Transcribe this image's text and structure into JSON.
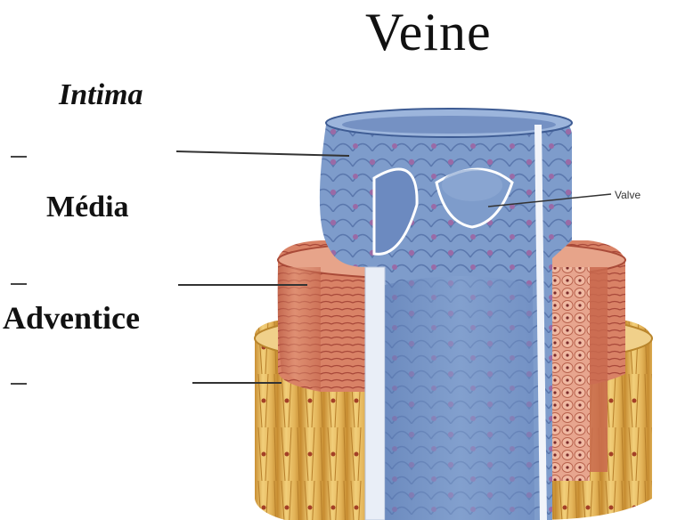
{
  "title": "Veine",
  "labels": {
    "intima": "Intima",
    "media": "Média",
    "adventice": "Adventice",
    "valve": "Valve"
  },
  "colors": {
    "intima_blue": "#7f9cc8",
    "intima_dark": "#4f6ea8",
    "nucleus": "#9a6aa6",
    "media_red": "#d97b5e",
    "media_dark": "#a94a38",
    "adventice_yellow": "#e6b65a",
    "adventice_dark": "#b9852c"
  }
}
